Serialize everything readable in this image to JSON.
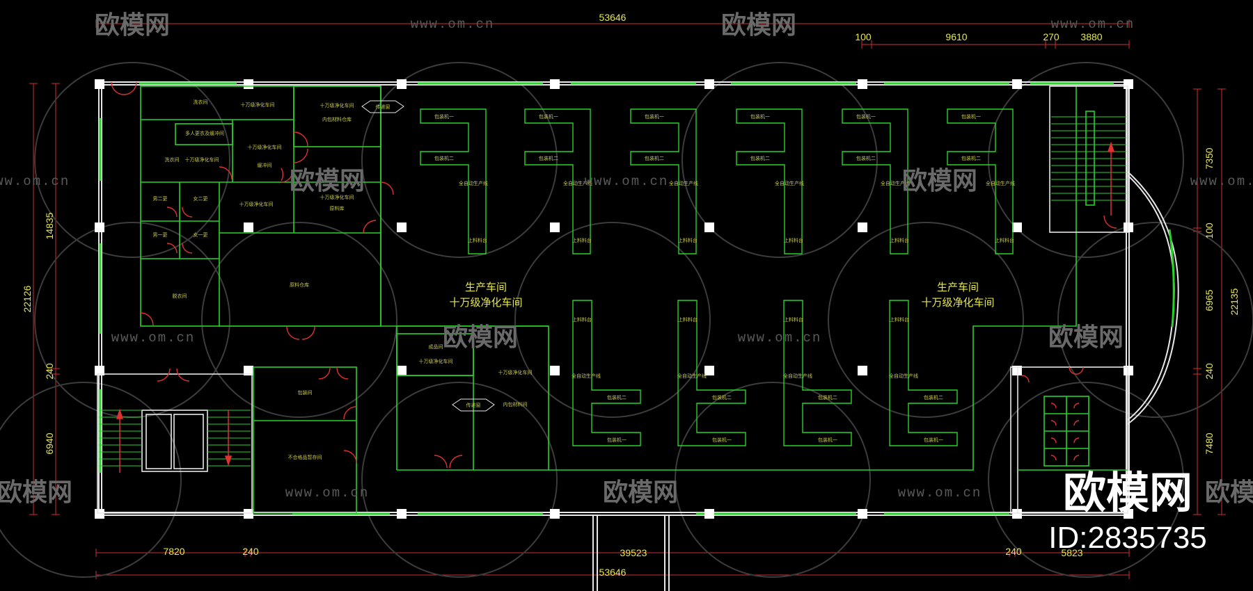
{
  "drawing": {
    "top_dims": {
      "overall": "53646",
      "seg1": "100",
      "seg2": "9610",
      "seg3": "270",
      "seg4": "3880"
    },
    "bottom_dims": {
      "overall": "53646",
      "seg1": "7820",
      "seg2": "240",
      "seg3": "39523",
      "seg4": "240",
      "seg5": "5823"
    },
    "left_dims": {
      "overall": "22126",
      "seg1": "14835",
      "seg2": "240",
      "seg3": "6940"
    },
    "right_dims": {
      "overall": "22135",
      "seg1": "7350",
      "seg2": "100",
      "seg3": "6965",
      "seg4": "240",
      "seg5": "7480"
    },
    "halls": [
      {
        "line1": "生产车间",
        "line2": "十万级净化车间"
      },
      {
        "line1": "生产车间",
        "line2": "十万级净化车间"
      }
    ],
    "rooms": {
      "r1": "洗衣间",
      "r2": "十万级净化车间",
      "r3": "多人更衣及缓冲间",
      "r4": "洗衣间",
      "r5": "十万级净化车间",
      "r6": "十万级净化车间",
      "r7": "缓冲间",
      "r8": "男二更",
      "r9": "女二更",
      "r10": "男一更",
      "r11": "女一更",
      "r12": "脱衣间",
      "r13": "原料仓库",
      "r14": "十万级净化车间",
      "r15": "内包材料仓库",
      "r16": "十万级净化车间",
      "r17": "原料库",
      "r18": "十万级净化车间",
      "r19": "包装间",
      "r20": "不合格品暂存间",
      "r21": "十万级净化车间",
      "r22": "十万级净化车间",
      "r23": "成品间",
      "r24": "内包材料间",
      "r25": "传递窗",
      "r26": "传递窗"
    },
    "line_labels": {
      "pack2": "包装机二",
      "pack1": "包装机一",
      "belt": "全自动生产线",
      "feed": "上料料台"
    }
  },
  "watermark": {
    "brand": "欧模网",
    "url": "www.om.cn"
  },
  "badge": {
    "brand": "欧模网",
    "id": "ID:2835735"
  },
  "colors": {
    "wall": "#ffffff",
    "room": "#29d329",
    "dim": "#e03030",
    "door": "#e03030",
    "text": "#e6e64a",
    "bg": "#000000"
  }
}
